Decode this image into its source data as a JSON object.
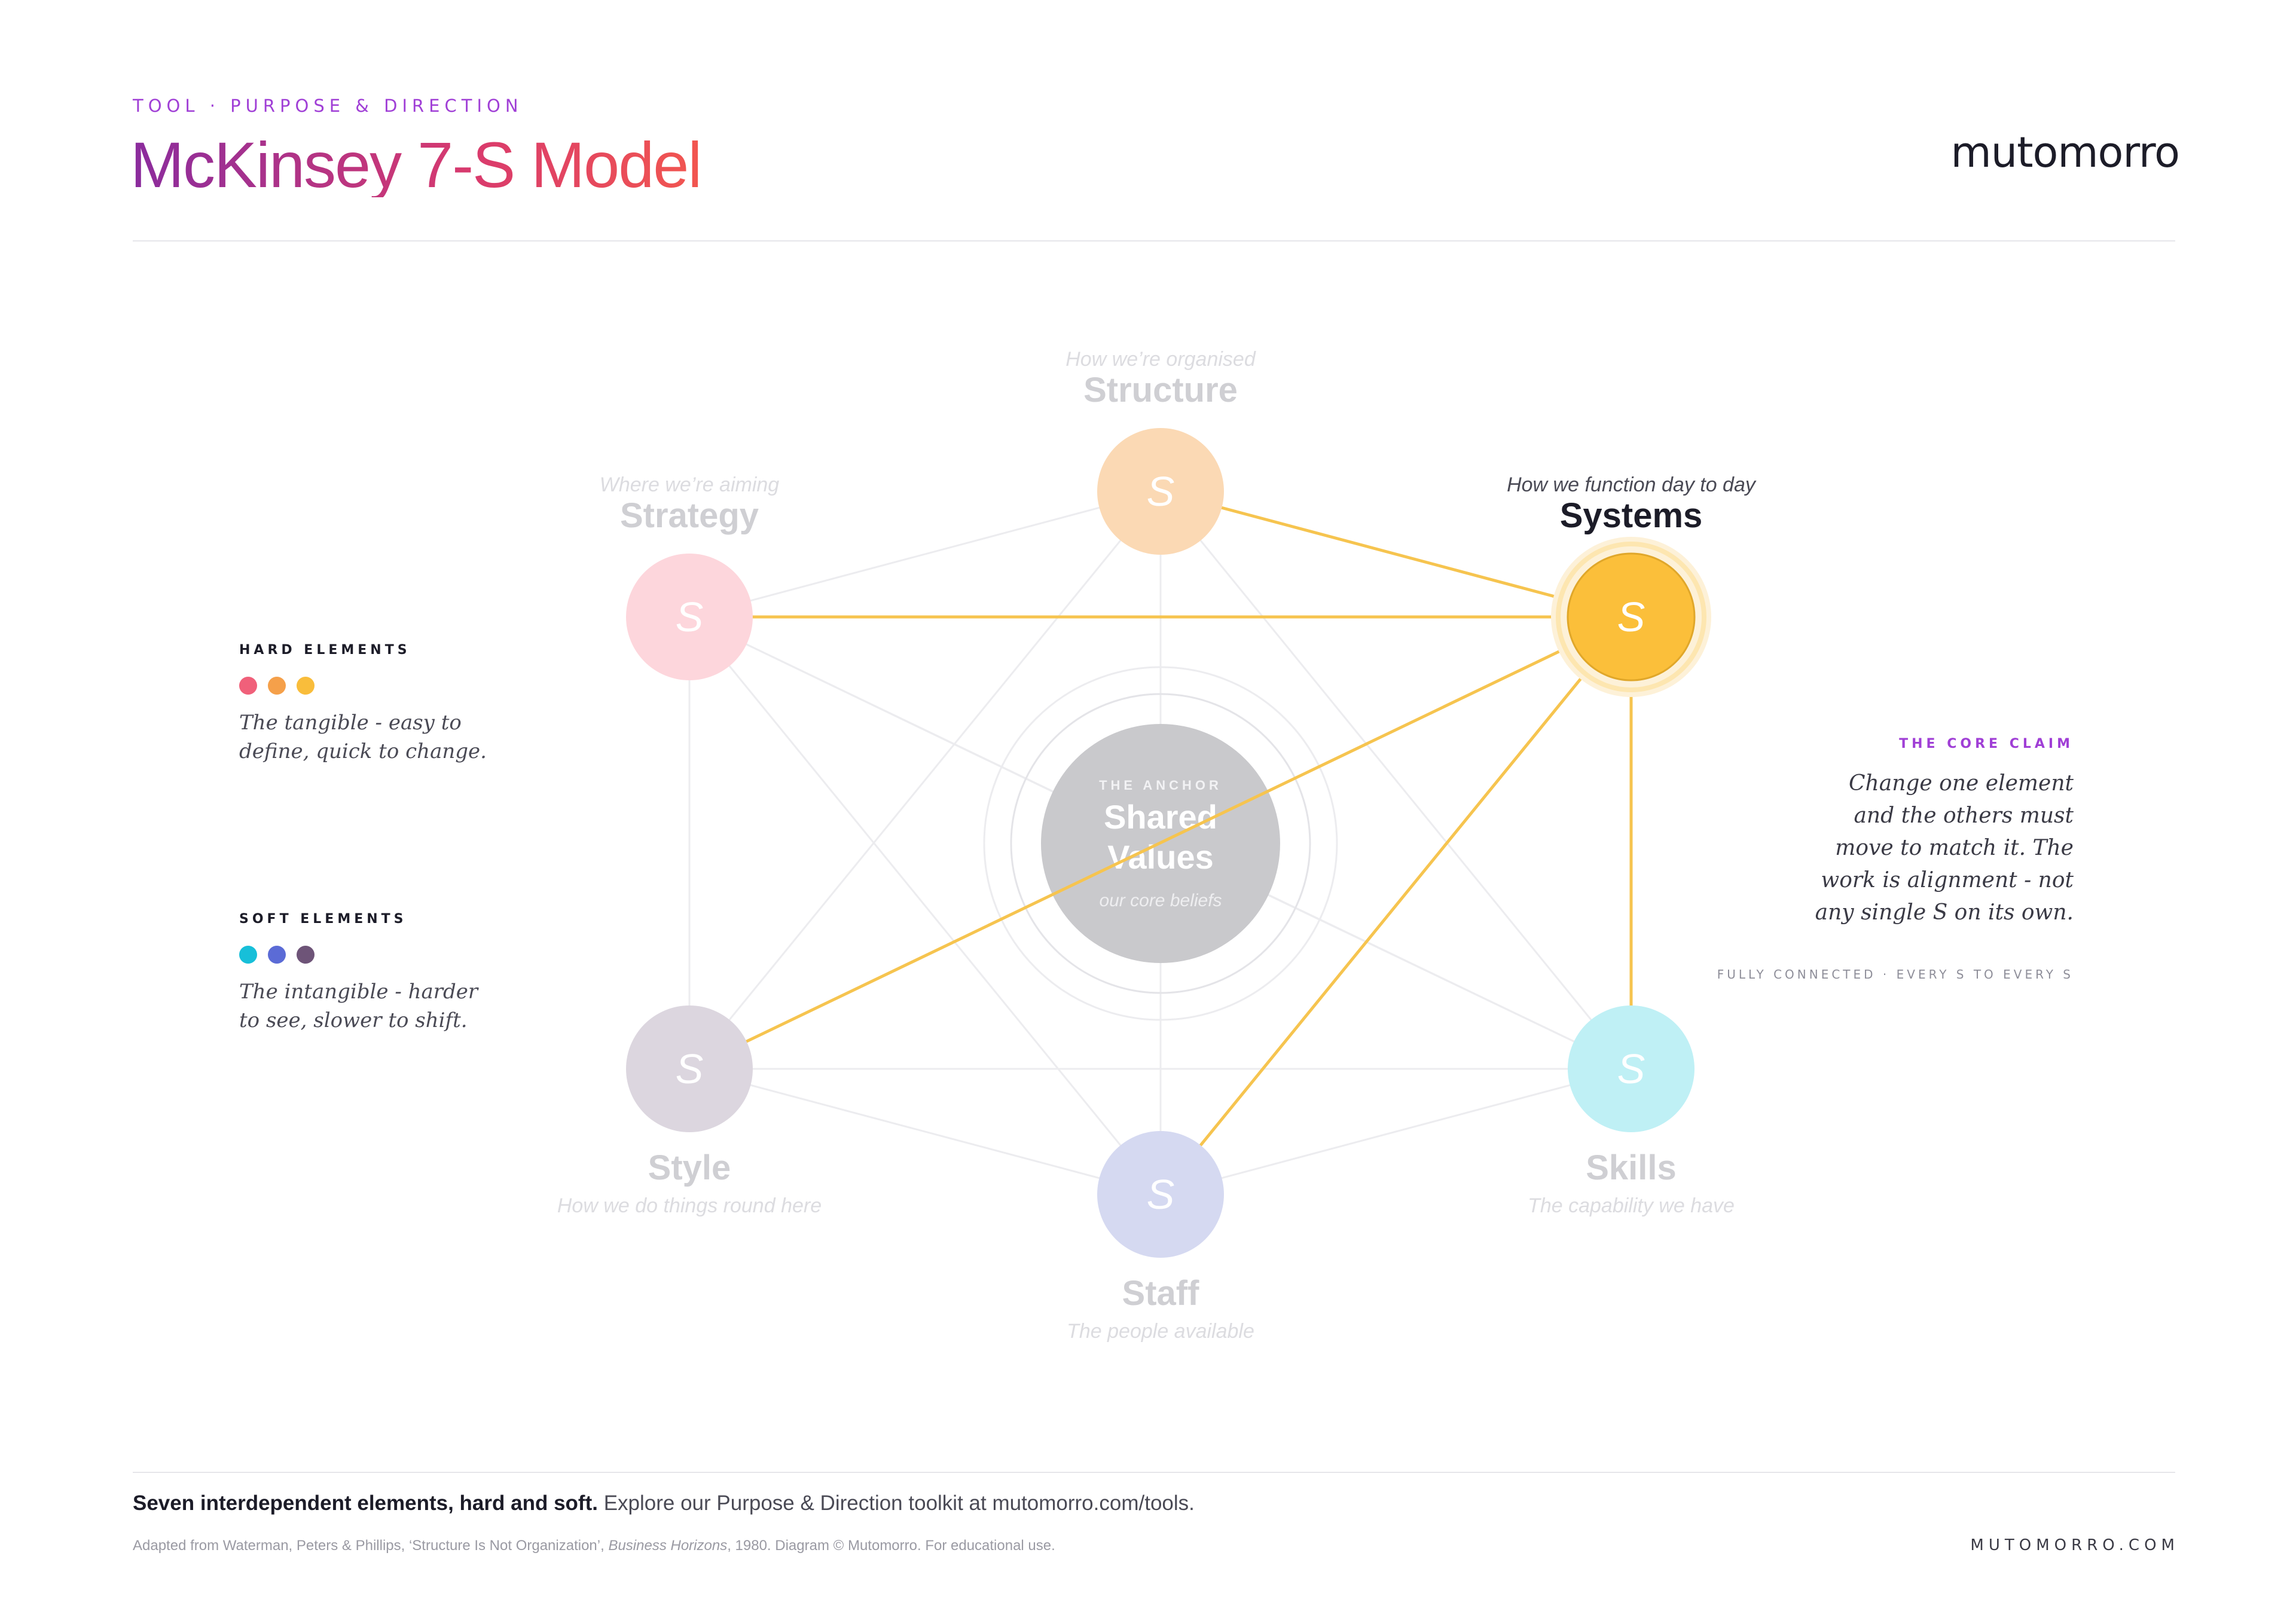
{
  "header": {
    "kicker": "TOOL · PURPOSE & DIRECTION",
    "title": "McKinsey 7-S Model",
    "brand": "mutomorro"
  },
  "diagram": {
    "center": {
      "label": "THE ANCHOR",
      "title_line1": "Shared",
      "title_line2": "Values",
      "subtitle": "our core beliefs"
    },
    "node_glyph": "S",
    "active_node": "systems",
    "nodes": [
      {
        "id": "structure",
        "name": "Structure",
        "desc": "How we’re organised",
        "color": "#fbd9b4",
        "active": false
      },
      {
        "id": "systems",
        "name": "Systems",
        "desc": "How we function day to day",
        "color": "#fbbf3a",
        "active": true
      },
      {
        "id": "skills",
        "name": "Skills",
        "desc": "The capability we have",
        "color": "#bff0f5",
        "active": false
      },
      {
        "id": "staff",
        "name": "Staff",
        "desc": "The people available",
        "color": "#d5d9f1",
        "active": false
      },
      {
        "id": "style",
        "name": "Style",
        "desc": "How we do things round here",
        "color": "#dcd6df",
        "active": false
      },
      {
        "id": "strategy",
        "name": "Strategy",
        "desc": "Where we’re aiming",
        "color": "#fdd6dc",
        "active": false
      }
    ],
    "highlight_color": "#f6c44f"
  },
  "legend": {
    "hard": {
      "title": "HARD ELEMENTS",
      "colors": [
        "#f0607a",
        "#f5a04a",
        "#f9bd3b"
      ],
      "text": "The tangible - easy to define, quick to change."
    },
    "soft": {
      "title": "SOFT ELEMENTS",
      "colors": [
        "#17bfd9",
        "#5b6bd6",
        "#6e5478"
      ],
      "text": "The intangible - harder to see, slower to shift."
    }
  },
  "core_claim": {
    "label": "THE CORE CLAIM",
    "text": "Change one element and the others must move to match it. The work is alignment - not any single S on its own.",
    "footnote": "FULLY CONNECTED · EVERY S TO EVERY S"
  },
  "footer": {
    "headline": "Seven interdependent elements, hard and soft.",
    "cta": "Explore our Purpose & Direction toolkit at mutomorro.com/tools.",
    "credit_pre": "Adapted from Waterman, Peters & Phillips, ‘Structure Is Not Organization’,",
    "credit_journal": "Business Horizons",
    "credit_post": ", 1980. Diagram © Mutomorro. For educational use.",
    "site": "MUTOMORRO.COM"
  }
}
